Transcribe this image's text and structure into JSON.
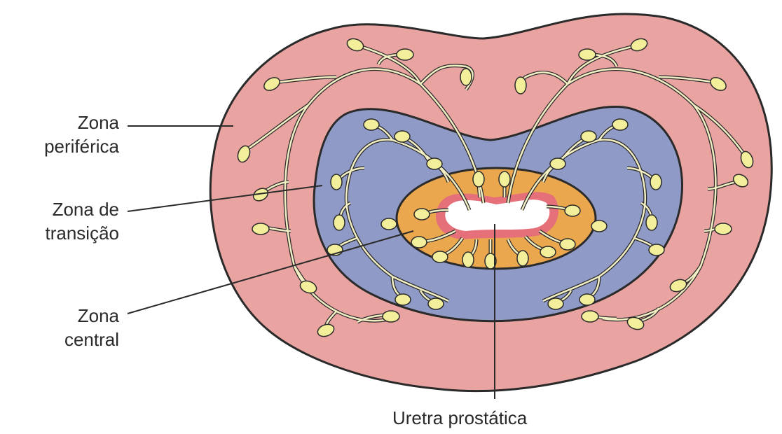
{
  "labels": {
    "peripheral": {
      "line1": "Zona",
      "line2": "periférica"
    },
    "transition": {
      "line1": "Zona de",
      "line2": "transição"
    },
    "central": {
      "line1": "Zona",
      "line2": "central"
    },
    "urethra": "Uretra prostática"
  },
  "colors": {
    "peripheral_zone": "#e9a3a0",
    "central_zone": "#8f9ac6",
    "transition_zone": "#eaa74e",
    "urethra_rim": "#e5707a",
    "glands": "#f2ee9a",
    "ducts": "#f3efc4",
    "outline": "#2a2a2a",
    "urethra_lumen": "#ffffff"
  }
}
